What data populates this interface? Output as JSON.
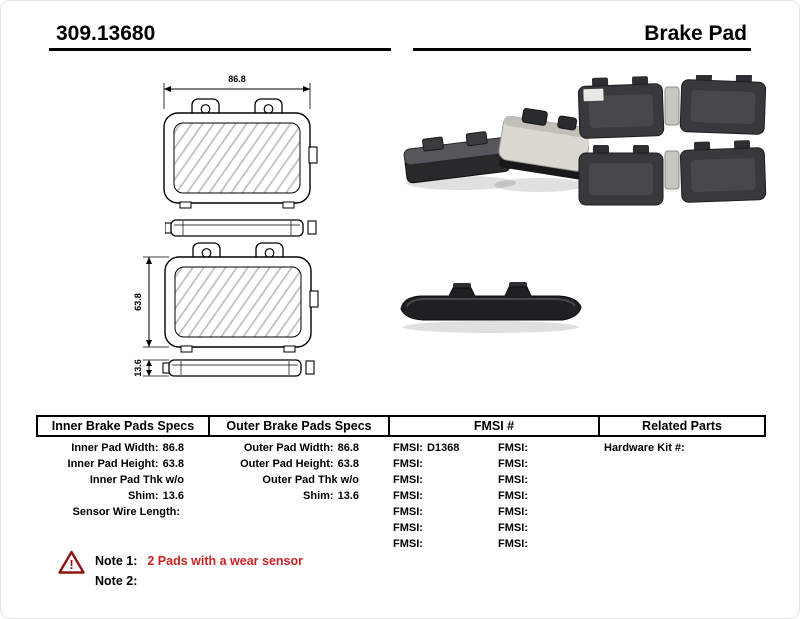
{
  "header": {
    "part_number": "309.13680",
    "title": "Brake Pad"
  },
  "dimensions": {
    "width": "86.8",
    "height": "63.8",
    "thickness": "13.6"
  },
  "spec_table": {
    "headers": [
      "Inner Brake Pads Specs",
      "Outer Brake Pads Specs",
      "FMSI #",
      "Related Parts"
    ],
    "inner": [
      {
        "label": "Inner Pad Width:",
        "value": "86.8"
      },
      {
        "label": "Inner Pad Height:",
        "value": "63.8"
      },
      {
        "label": "Inner Pad Thk w/o Shim:",
        "value": "13.6"
      },
      {
        "label": "Sensor Wire Length:",
        "value": ""
      }
    ],
    "outer": [
      {
        "label": "Outer Pad Width:",
        "value": "86.8"
      },
      {
        "label": "Outer Pad Height:",
        "value": "63.8"
      },
      {
        "label": "Outer Pad Thk w/o Shim:",
        "value": "13.6"
      }
    ],
    "fmsi_col1": [
      {
        "label": "FMSI:",
        "value": "D1368"
      },
      {
        "label": "FMSI:",
        "value": ""
      },
      {
        "label": "FMSI:",
        "value": ""
      },
      {
        "label": "FMSI:",
        "value": ""
      },
      {
        "label": "FMSI:",
        "value": ""
      },
      {
        "label": "FMSI:",
        "value": ""
      },
      {
        "label": "FMSI:",
        "value": ""
      }
    ],
    "fmsi_col2": [
      {
        "label": "FMSI:",
        "value": ""
      },
      {
        "label": "FMSI:",
        "value": ""
      },
      {
        "label": "FMSI:",
        "value": ""
      },
      {
        "label": "FMSI:",
        "value": ""
      },
      {
        "label": "FMSI:",
        "value": ""
      },
      {
        "label": "FMSI:",
        "value": ""
      },
      {
        "label": "FMSI:",
        "value": ""
      }
    ],
    "related": [
      {
        "label": "Hardware Kit #:",
        "value": ""
      }
    ]
  },
  "notes": {
    "note1_label": "Note 1:",
    "note1_text": "2 Pads with a wear sensor",
    "note2_label": "Note 2:",
    "note2_text": ""
  },
  "colors": {
    "ink": "#000000",
    "note_text_red": "#cc2222",
    "warning_triangle_red": "#8b1515"
  }
}
